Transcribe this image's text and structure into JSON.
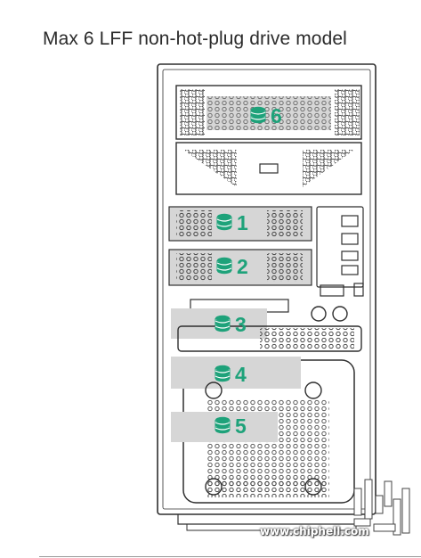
{
  "title": "Max 6 LFF non-hot-plug drive model",
  "bays": [
    {
      "label": "6",
      "icon": "drive-stack-icon"
    },
    {
      "label": "1",
      "icon": "drive-stack-icon"
    },
    {
      "label": "2",
      "icon": "drive-stack-icon"
    },
    {
      "label": "3",
      "icon": "drive-stack-icon"
    },
    {
      "label": "4",
      "icon": "drive-stack-icon"
    },
    {
      "label": "5",
      "icon": "drive-stack-icon"
    }
  ],
  "watermark": {
    "url": "www.chiphell.com",
    "logo_text": "chip hell"
  },
  "colors": {
    "accent": "#1ea27a",
    "line": "#2f2f2f",
    "highlight": "#d6d6d6"
  }
}
